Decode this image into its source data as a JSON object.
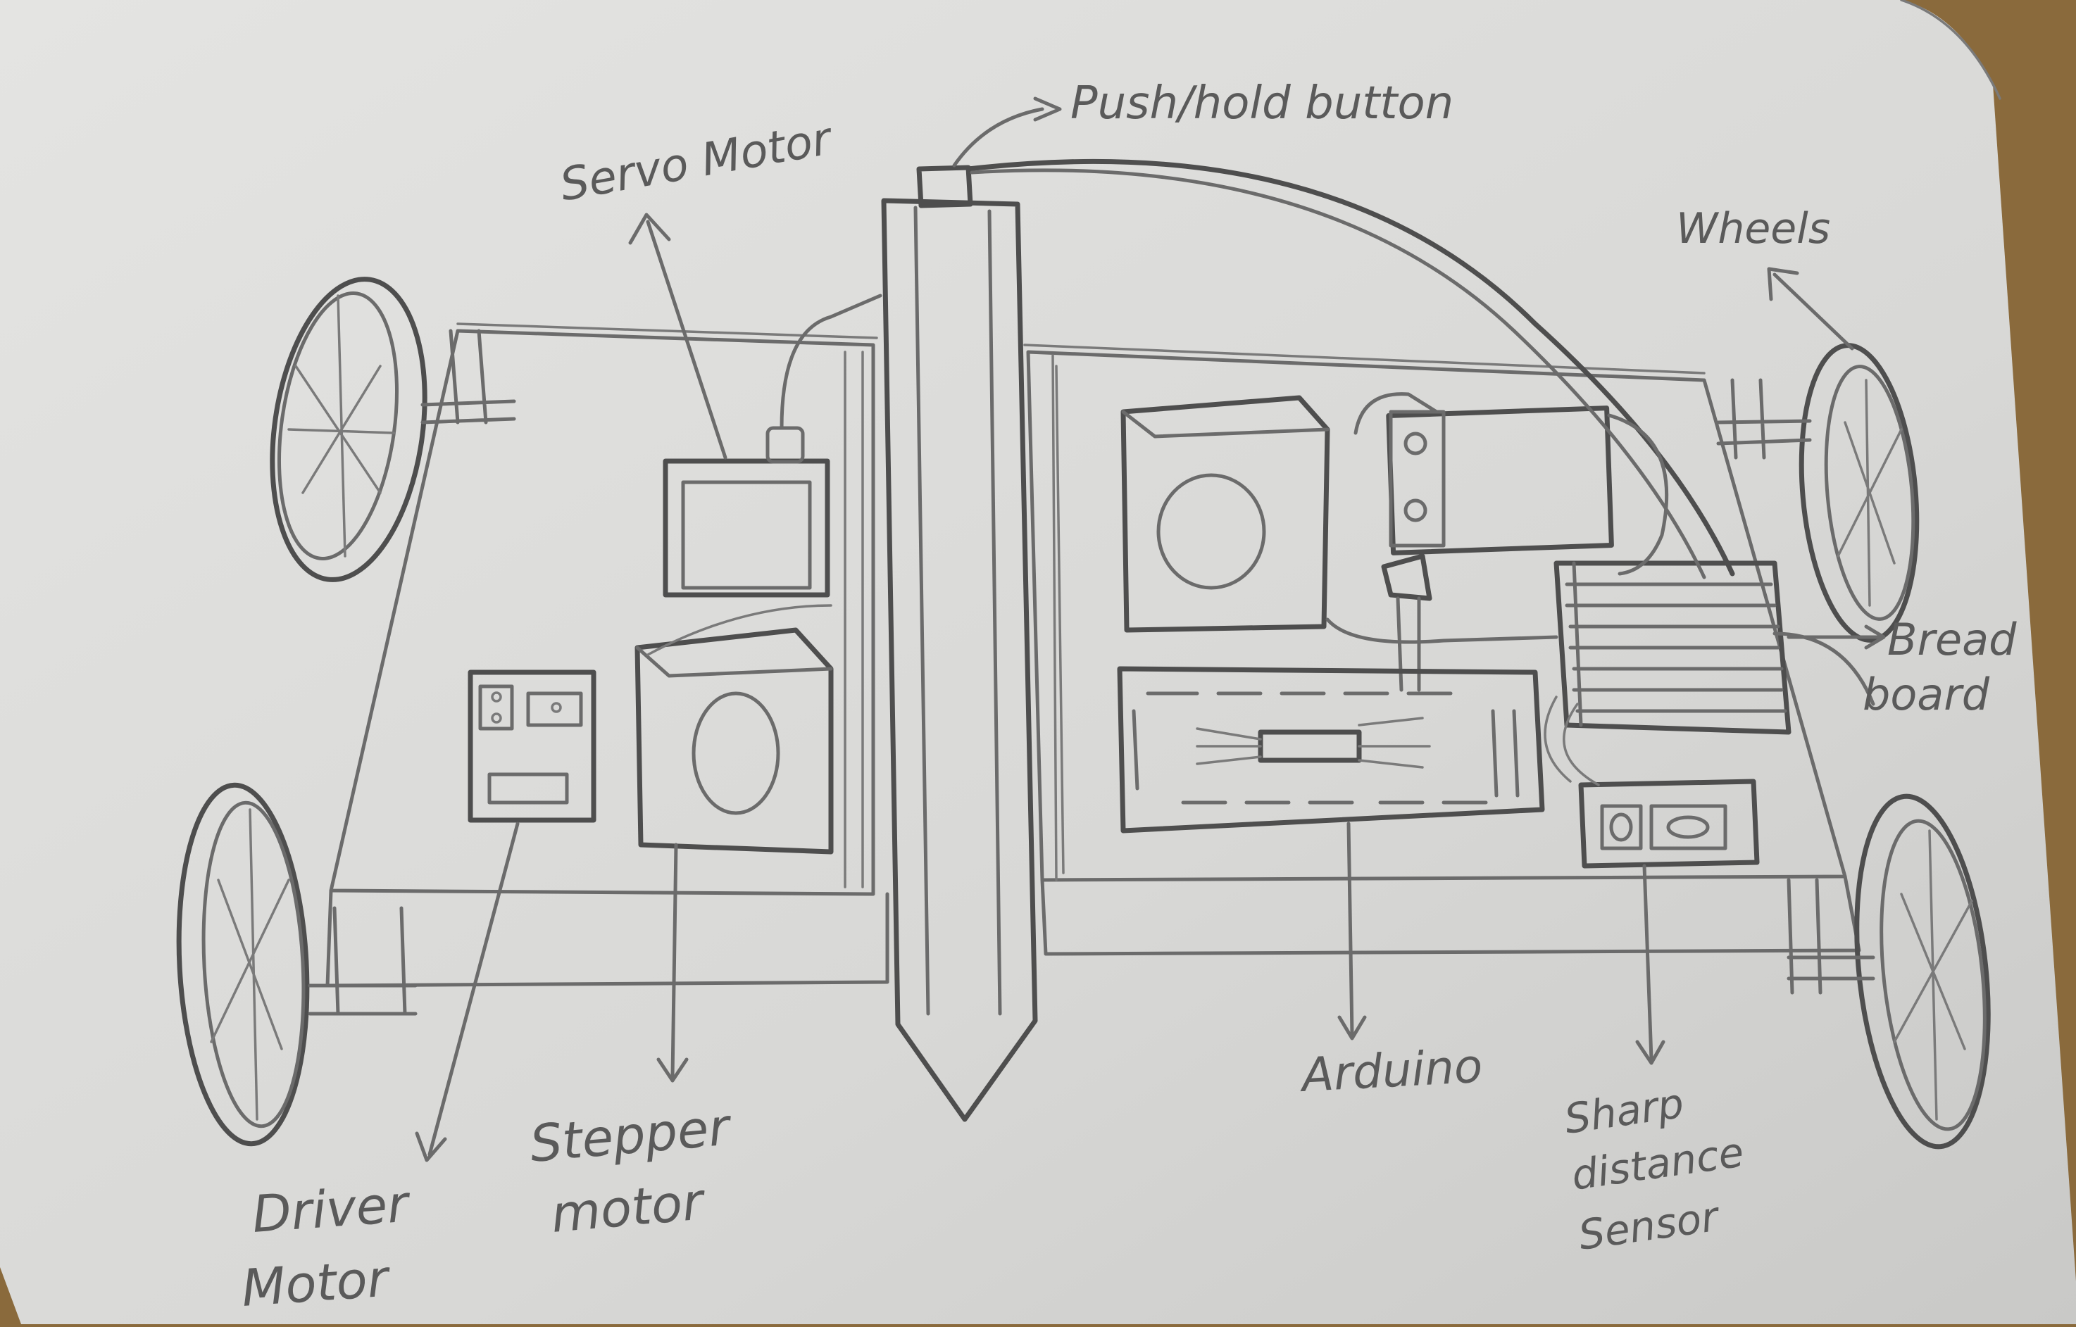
{
  "labels": {
    "servo_motor": "Servo Motor",
    "push_hold_button": "Push/hold button",
    "wheels": "Wheels",
    "bread_board_line1": "Bread",
    "bread_board_line2": "board",
    "driver_motor_line1": "Driver",
    "driver_motor_line2": "Motor",
    "stepper_motor_line1": "Stepper",
    "stepper_motor_line2": "motor",
    "arduino": "Arduino",
    "sharp_sensor_line1": "Sharp",
    "sharp_sensor_line2": "distance",
    "sharp_sensor_line3": "Sensor"
  },
  "colors": {
    "paper": "#dcdcda",
    "paper_shade": "#cfcfcd",
    "pencil": "#6b6b6b",
    "table_wood": "#8a6a3c"
  }
}
